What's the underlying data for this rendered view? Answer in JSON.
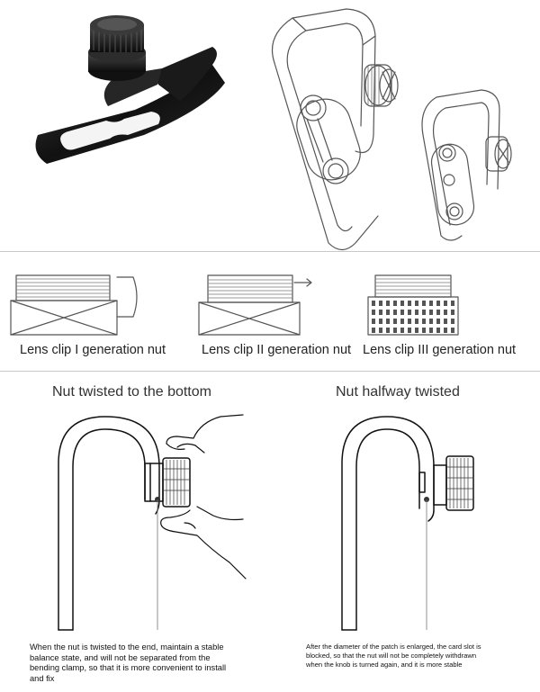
{
  "generations": [
    {
      "label": "Lens clip I generation nut"
    },
    {
      "label": "Lens clip II generation nut"
    },
    {
      "label": "Lens clip III generation nut"
    }
  ],
  "states": [
    {
      "title": "Nut twisted to the bottom",
      "caption": "When the nut is twisted to the end, maintain a stable balance state, and will not be separated from the bending clamp, so that it is more convenient to install and fix"
    },
    {
      "title": "Nut halfway twisted",
      "caption": "After the diameter of the patch is enlarged, the card slot is blocked, so that the nut will not be completely withdrawn when the knob is turned again, and it is more stable"
    }
  ]
}
